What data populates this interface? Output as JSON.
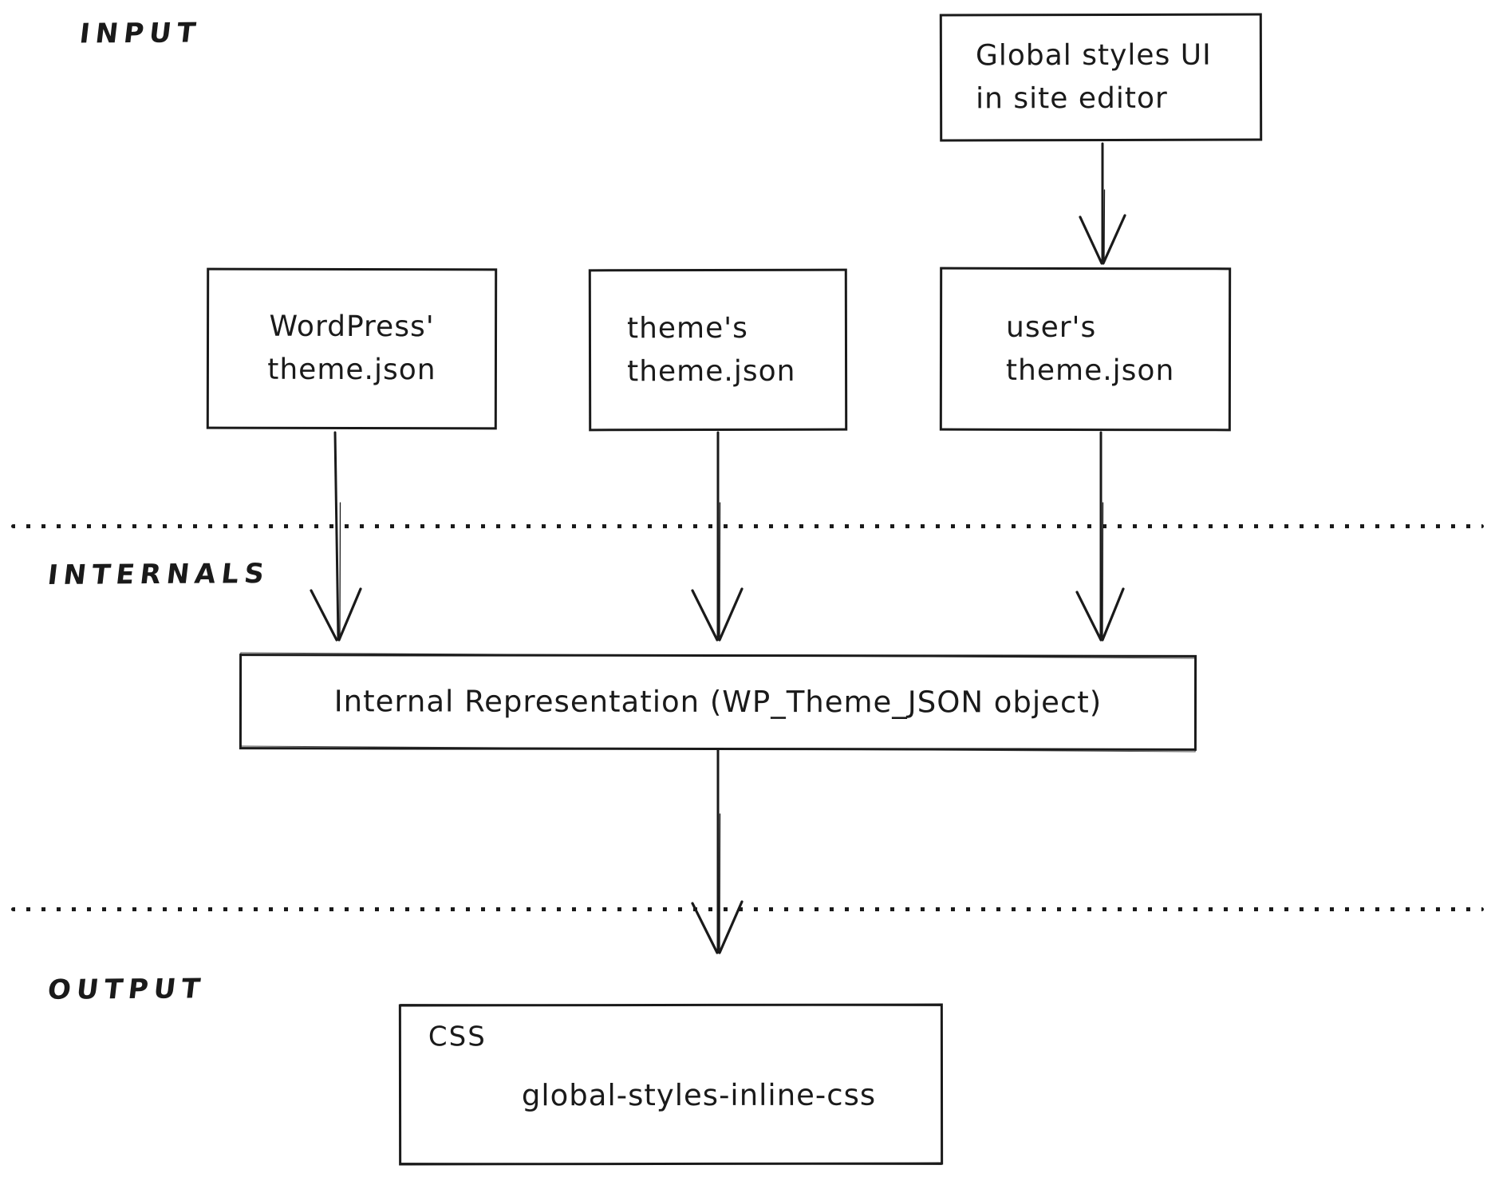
{
  "canvas": {
    "background": "#ffffff",
    "ink": "#1a1a1a"
  },
  "sections": {
    "input_label": "INPUT",
    "internals_label": "INTERNALS",
    "output_label": "OUTPUT"
  },
  "nodes": {
    "global_styles_ui": {
      "line1": "Global styles UI",
      "line2": "in site editor"
    },
    "wordpress_theme_json": {
      "line1": "WordPress'",
      "line2": "theme.json"
    },
    "themes_theme_json": {
      "line1": "theme's",
      "line2": "theme.json"
    },
    "users_theme_json": {
      "line1": "user's",
      "line2": "theme.json"
    },
    "internal_representation": {
      "label": "Internal Representation (WP_Theme_JSON object)"
    },
    "css_output": {
      "title": "CSS",
      "value": "global-styles-inline-css"
    }
  }
}
